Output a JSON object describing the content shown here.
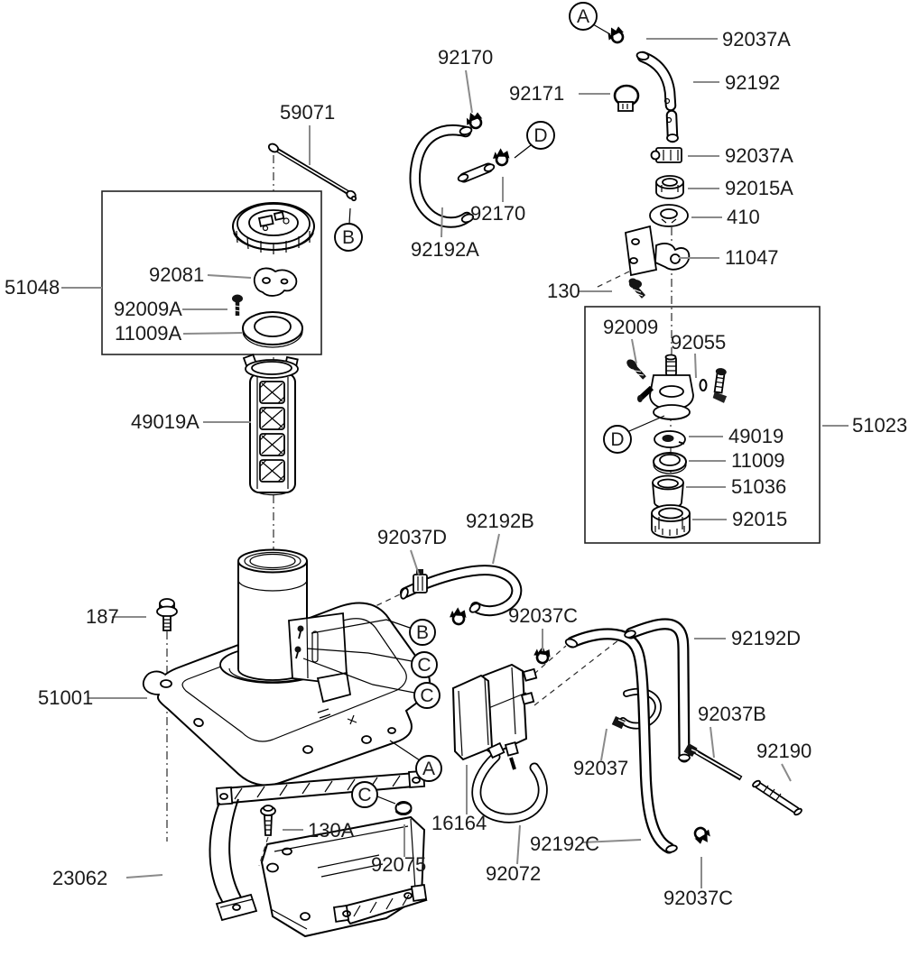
{
  "diagram": {
    "type": "exploded-parts-diagram",
    "subject": "Fuel tank and fuel line assembly parts diagram",
    "background_color": "#ffffff",
    "line_color": "#000000",
    "label_color": "#1a1a1a",
    "leader_color": "#8a8a8a"
  },
  "labels": [
    {
      "id": "92037A-top",
      "text": "92037A"
    },
    {
      "id": "92192",
      "text": "92192"
    },
    {
      "id": "92170-upper",
      "text": "92170"
    },
    {
      "id": "92171",
      "text": "92171"
    },
    {
      "id": "59071",
      "text": "59071"
    },
    {
      "id": "92037A-mid",
      "text": "92037A"
    },
    {
      "id": "92015A",
      "text": "92015A"
    },
    {
      "id": "410",
      "text": "410"
    },
    {
      "id": "11047",
      "text": "11047"
    },
    {
      "id": "130",
      "text": "130"
    },
    {
      "id": "51048",
      "text": "51048"
    },
    {
      "id": "92081",
      "text": "92081"
    },
    {
      "id": "92009A",
      "text": "92009A"
    },
    {
      "id": "11009A",
      "text": "11009A"
    },
    {
      "id": "92170-lower",
      "text": "92170"
    },
    {
      "id": "92192A",
      "text": "92192A"
    },
    {
      "id": "49019A",
      "text": "49019A"
    },
    {
      "id": "92009",
      "text": "92009"
    },
    {
      "id": "92055",
      "text": "92055"
    },
    {
      "id": "51023",
      "text": "51023"
    },
    {
      "id": "49019",
      "text": "49019"
    },
    {
      "id": "11009",
      "text": "11009"
    },
    {
      "id": "51036",
      "text": "51036"
    },
    {
      "id": "92015",
      "text": "92015"
    },
    {
      "id": "92192B",
      "text": "92192B"
    },
    {
      "id": "92037D",
      "text": "92037D"
    },
    {
      "id": "92037C-upper",
      "text": "92037C"
    },
    {
      "id": "92192D",
      "text": "92192D"
    },
    {
      "id": "187",
      "text": "187"
    },
    {
      "id": "51001",
      "text": "51001"
    },
    {
      "id": "92037B",
      "text": "92037B"
    },
    {
      "id": "92190",
      "text": "92190"
    },
    {
      "id": "92037",
      "text": "92037"
    },
    {
      "id": "16164",
      "text": "16164"
    },
    {
      "id": "130A",
      "text": "130A"
    },
    {
      "id": "92075",
      "text": "92075"
    },
    {
      "id": "23062",
      "text": "23062"
    },
    {
      "id": "92072",
      "text": "92072"
    },
    {
      "id": "92192C",
      "text": "92192C"
    },
    {
      "id": "92037C-lower",
      "text": "92037C"
    }
  ],
  "callouts": [
    {
      "id": "A-top",
      "letter": "A"
    },
    {
      "id": "B-top",
      "letter": "B"
    },
    {
      "id": "D-top",
      "letter": "D"
    },
    {
      "id": "D-box",
      "letter": "D"
    },
    {
      "id": "B-mid",
      "letter": "B"
    },
    {
      "id": "C-mid-1",
      "letter": "C"
    },
    {
      "id": "C-mid-2",
      "letter": "C"
    },
    {
      "id": "A-bottom",
      "letter": "A"
    },
    {
      "id": "C-bottom",
      "letter": "C"
    }
  ],
  "assembly_boxes": [
    {
      "id": "51048",
      "label": "51048",
      "contains": [
        "92081",
        "92009A",
        "11009A"
      ]
    },
    {
      "id": "51023",
      "label": "51023",
      "contains": [
        "92009",
        "92055",
        "49019",
        "11009",
        "51036",
        "92015"
      ]
    }
  ]
}
